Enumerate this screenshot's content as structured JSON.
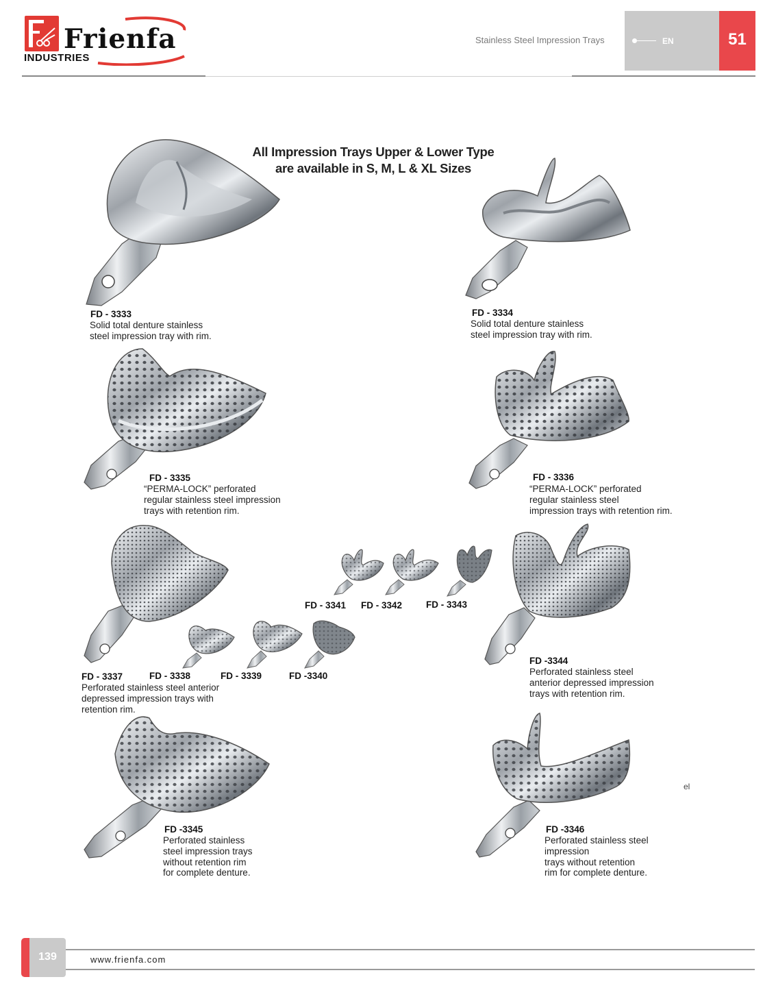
{
  "brand": {
    "name": "Frienfa",
    "sub": "INDUSTRIES"
  },
  "header": {
    "section_title": "Stainless Steel Impression Trays",
    "lang": "EN",
    "page_number": "51"
  },
  "headline": {
    "line1": "All Impression Trays Upper & Lower Type",
    "line2": "are available in S, M, L & XL Sizes"
  },
  "products": {
    "p3333": {
      "code": "FD - 3333",
      "desc": [
        "Solid total denture stainless",
        "steel impression tray with rim."
      ]
    },
    "p3334": {
      "code": "FD - 3334",
      "desc": [
        "Solid total denture stainless",
        "steel impression tray with rim."
      ]
    },
    "p3335": {
      "code": "FD - 3335",
      "desc": [
        "“PERMA-LOCK” perforated",
        "regular stainless steel impression",
        "trays with retention rim."
      ]
    },
    "p3336": {
      "code": "FD - 3336",
      "desc": [
        "“PERMA-LOCK” perforated",
        "regular stainless steel",
        "impression trays with retention rim."
      ]
    },
    "p3337": {
      "code": "FD - 3337",
      "desc": [
        "Perforated stainless steel anterior",
        "depressed impression trays with",
        "retention rim."
      ]
    },
    "p3338": {
      "code": "FD - 3338"
    },
    "p3339": {
      "code": "FD - 3339"
    },
    "p3340": {
      "code": "FD -3340"
    },
    "p3341": {
      "code": "FD - 3341"
    },
    "p3342": {
      "code": "FD - 3342"
    },
    "p3343": {
      "code": "FD - 3343"
    },
    "p3344": {
      "code": "FD -3344",
      "desc": [
        "Perforated stainless steel",
        "anterior depressed impression",
        "trays with retention rim."
      ]
    },
    "p3345": {
      "code": "FD -3345",
      "desc": [
        "Perforated stainless",
        "steel impression trays",
        "without retention rim",
        "for complete denture."
      ]
    },
    "p3346": {
      "code": "FD -3346",
      "desc": [
        "Perforated stainless steel",
        "impression",
        "trays without retention",
        "rim for complete denture."
      ]
    }
  },
  "stray_text": "el",
  "footer": {
    "page": "139",
    "url": "www.frienfa.com"
  },
  "colors": {
    "accent_red": "#e9474b",
    "gray_box": "#cacaca",
    "steel": "#a8adb3"
  }
}
